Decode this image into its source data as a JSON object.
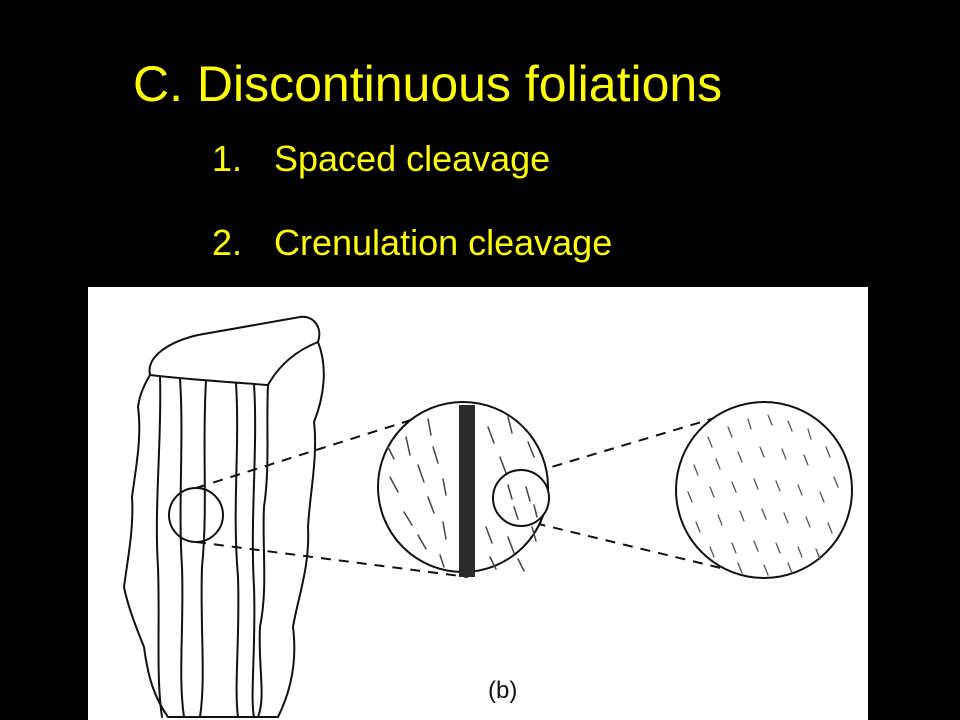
{
  "slide": {
    "title": "C. Discontinuous foliations",
    "bullets": [
      {
        "number": "1.",
        "text": "Spaced cleavage"
      },
      {
        "number": "2.",
        "text": "Crenulation cleavage"
      }
    ]
  },
  "figure": {
    "caption": "(b)"
  },
  "colors": {
    "background": "#000000",
    "text": "#ffff00",
    "figure_background": "#ffffff",
    "ink": "#111111"
  }
}
